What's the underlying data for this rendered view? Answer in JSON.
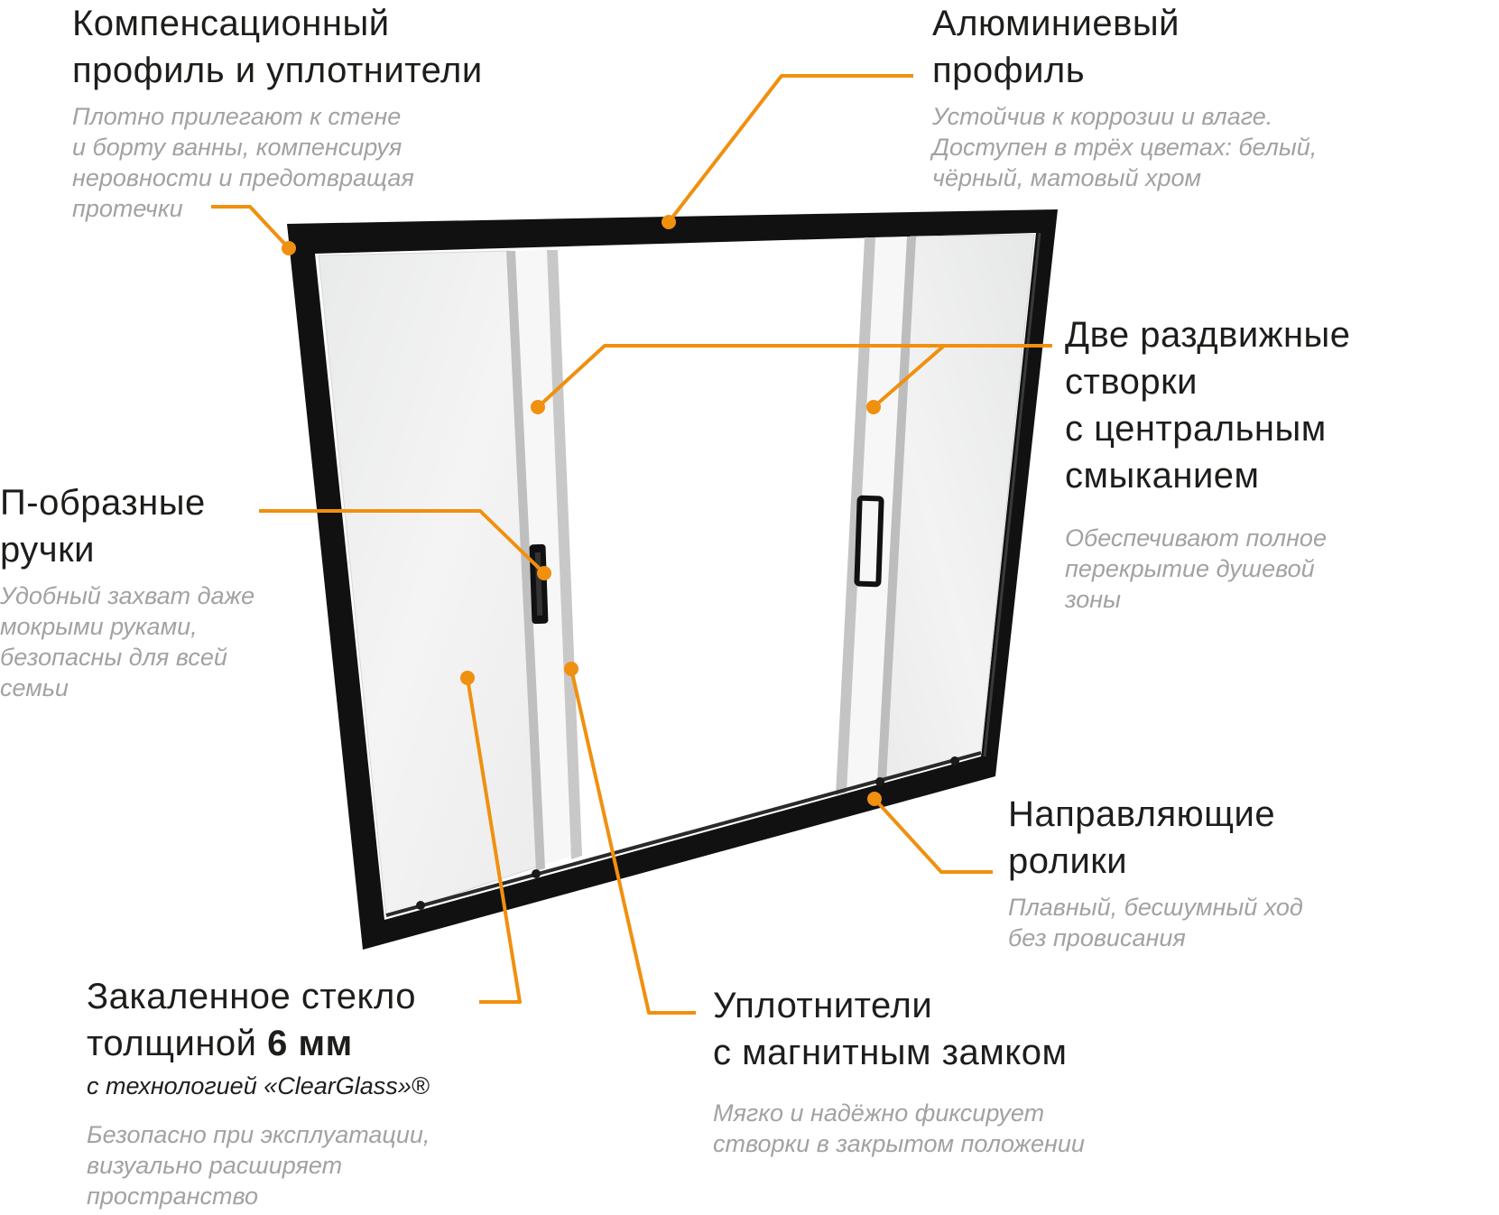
{
  "accent_color": "#f0900f",
  "frame_color": "#111111",
  "callouts": {
    "compensation": {
      "title": [
        "Компенсационный",
        "профиль и уплотнители"
      ],
      "desc": [
        "Плотно прилегают к стене",
        "и борту ванны, компенсируя",
        "неровности и предотвращая",
        "протечки"
      ]
    },
    "aluminium": {
      "title": [
        "Алюминиевый",
        "профиль"
      ],
      "desc": [
        "Устойчив к коррозии и влаге.",
        "Доступен в трёх цветах: белый,",
        "чёрный, матовый хром"
      ]
    },
    "sliding": {
      "title": [
        "Две раздвижные",
        "створки",
        "с центральным",
        "смыканием"
      ],
      "desc": [
        "Обеспечивают полное",
        "перекрытие душевой",
        "зоны"
      ]
    },
    "handles": {
      "title": [
        "П-образные",
        "ручки"
      ],
      "desc": [
        "Удобный захват даже",
        "мокрыми руками,",
        "безопасны для всей",
        "семьи"
      ]
    },
    "rollers": {
      "title": [
        "Направляющие",
        "ролики"
      ],
      "desc": [
        "Плавный, бесшумный ход",
        "без провисания"
      ]
    },
    "glass": {
      "title_line1": "Закаленное стекло",
      "title_line2_prefix": "толщиной ",
      "title_line2_bold": "6 мм",
      "tech": "с технологией «ClearGlass»®",
      "desc": [
        "Безопасно при эксплуатации,",
        "визуально расширяет",
        "пространство"
      ]
    },
    "seals": {
      "title": [
        "Уплотнители",
        "с магнитным замком"
      ],
      "desc": [
        "Мягко и надёжно фиксирует",
        "створки в закрытом положении"
      ]
    }
  }
}
